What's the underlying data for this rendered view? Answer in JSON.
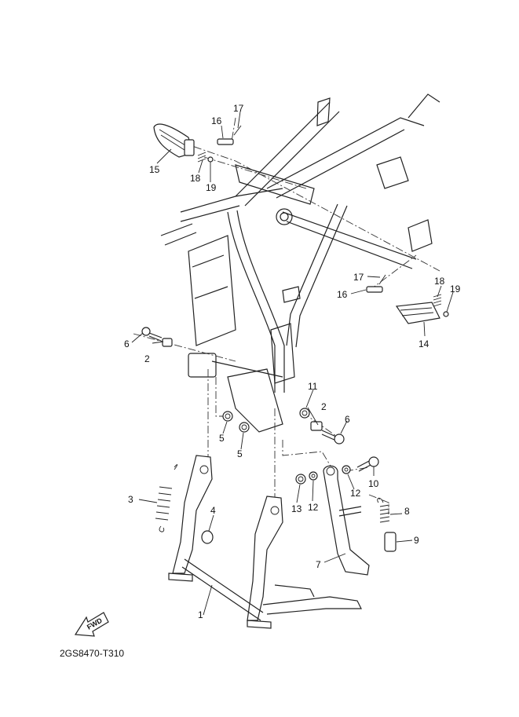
{
  "diagram_code": "2GS8470-T310",
  "fwd_label": "FWD",
  "callouts": [
    {
      "id": "1",
      "name": "callout-1"
    },
    {
      "id": "2",
      "name": "callout-2-left"
    },
    {
      "id": "2",
      "name": "callout-2-right"
    },
    {
      "id": "3",
      "name": "callout-3"
    },
    {
      "id": "4",
      "name": "callout-4"
    },
    {
      "id": "5",
      "name": "callout-5-upper"
    },
    {
      "id": "5",
      "name": "callout-5-lower"
    },
    {
      "id": "6",
      "name": "callout-6-left"
    },
    {
      "id": "6",
      "name": "callout-6-right"
    },
    {
      "id": "7",
      "name": "callout-7"
    },
    {
      "id": "8",
      "name": "callout-8"
    },
    {
      "id": "9",
      "name": "callout-9"
    },
    {
      "id": "10",
      "name": "callout-10"
    },
    {
      "id": "11",
      "name": "callout-11"
    },
    {
      "id": "12",
      "name": "callout-12-upper"
    },
    {
      "id": "12",
      "name": "callout-12-lower"
    },
    {
      "id": "13",
      "name": "callout-13"
    },
    {
      "id": "14",
      "name": "callout-14"
    },
    {
      "id": "15",
      "name": "callout-15"
    },
    {
      "id": "16",
      "name": "callout-16-left"
    },
    {
      "id": "16",
      "name": "callout-16-right"
    },
    {
      "id": "17",
      "name": "callout-17-left"
    },
    {
      "id": "17",
      "name": "callout-17-right"
    },
    {
      "id": "18",
      "name": "callout-18-left"
    },
    {
      "id": "18",
      "name": "callout-18-right"
    },
    {
      "id": "19",
      "name": "callout-19-left"
    },
    {
      "id": "19",
      "name": "callout-19-right"
    }
  ]
}
